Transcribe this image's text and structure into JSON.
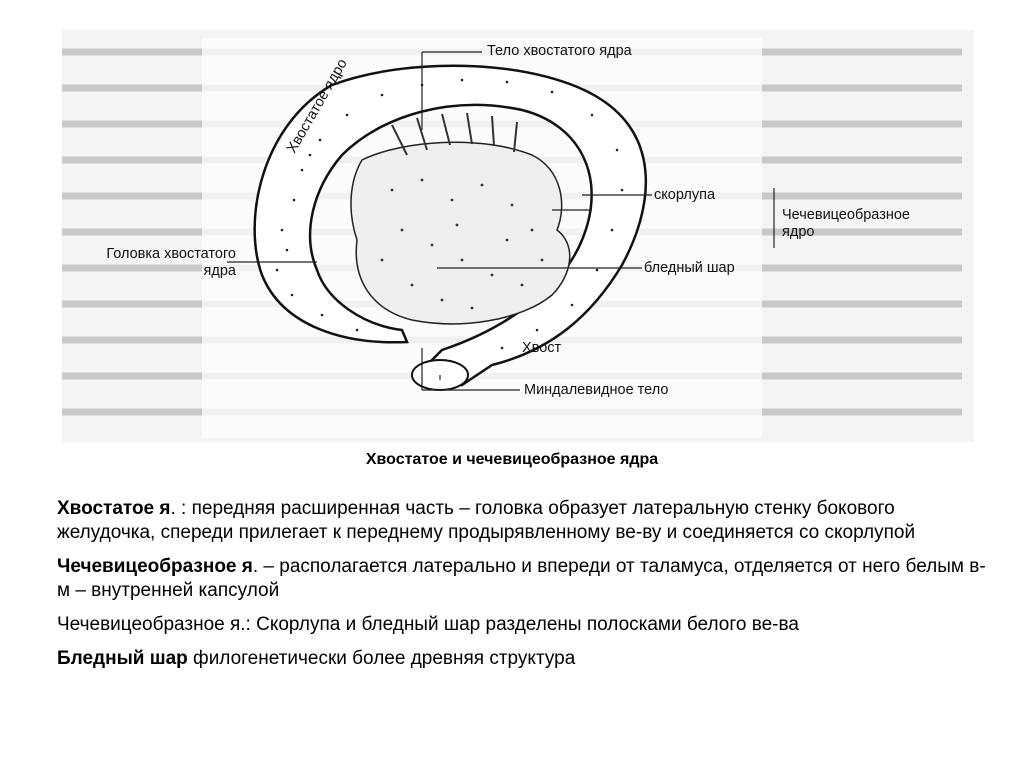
{
  "figure": {
    "labels": {
      "body": "Тело хвостатого ядра",
      "caudate": "Хвостатое ядро",
      "putamen": "скорлупа",
      "lentiform": "Чечевицеобразное ядро",
      "head": "Головка хвостатого ядра",
      "globus": "бледный шар",
      "tail": "Хвост",
      "amygdala": "Миндалевидное тело"
    }
  },
  "caption": "Хвостатое и чечевицеобразное ядра",
  "paragraphs": [
    {
      "term": "Хвостатое я",
      "text": ". : передняя расширенная часть – головка образует латеральную стенку бокового желудочка, спереди прилегает к переднему продырявленному ве-ву и соединяется со скорлупой"
    },
    {
      "term": "Чечевицеобразное я",
      "text": ". – располагается латерально и впереди от таламуса, отделяется от него белым в-м – внутренней капсулой"
    },
    {
      "term": "",
      "text": "Чечевицеобразное я.: Скорлупа и бледный шар разделены полосками белого ве-ва"
    },
    {
      "term": "Бледный шар",
      "text": " филогенетически более древняя структура"
    }
  ]
}
